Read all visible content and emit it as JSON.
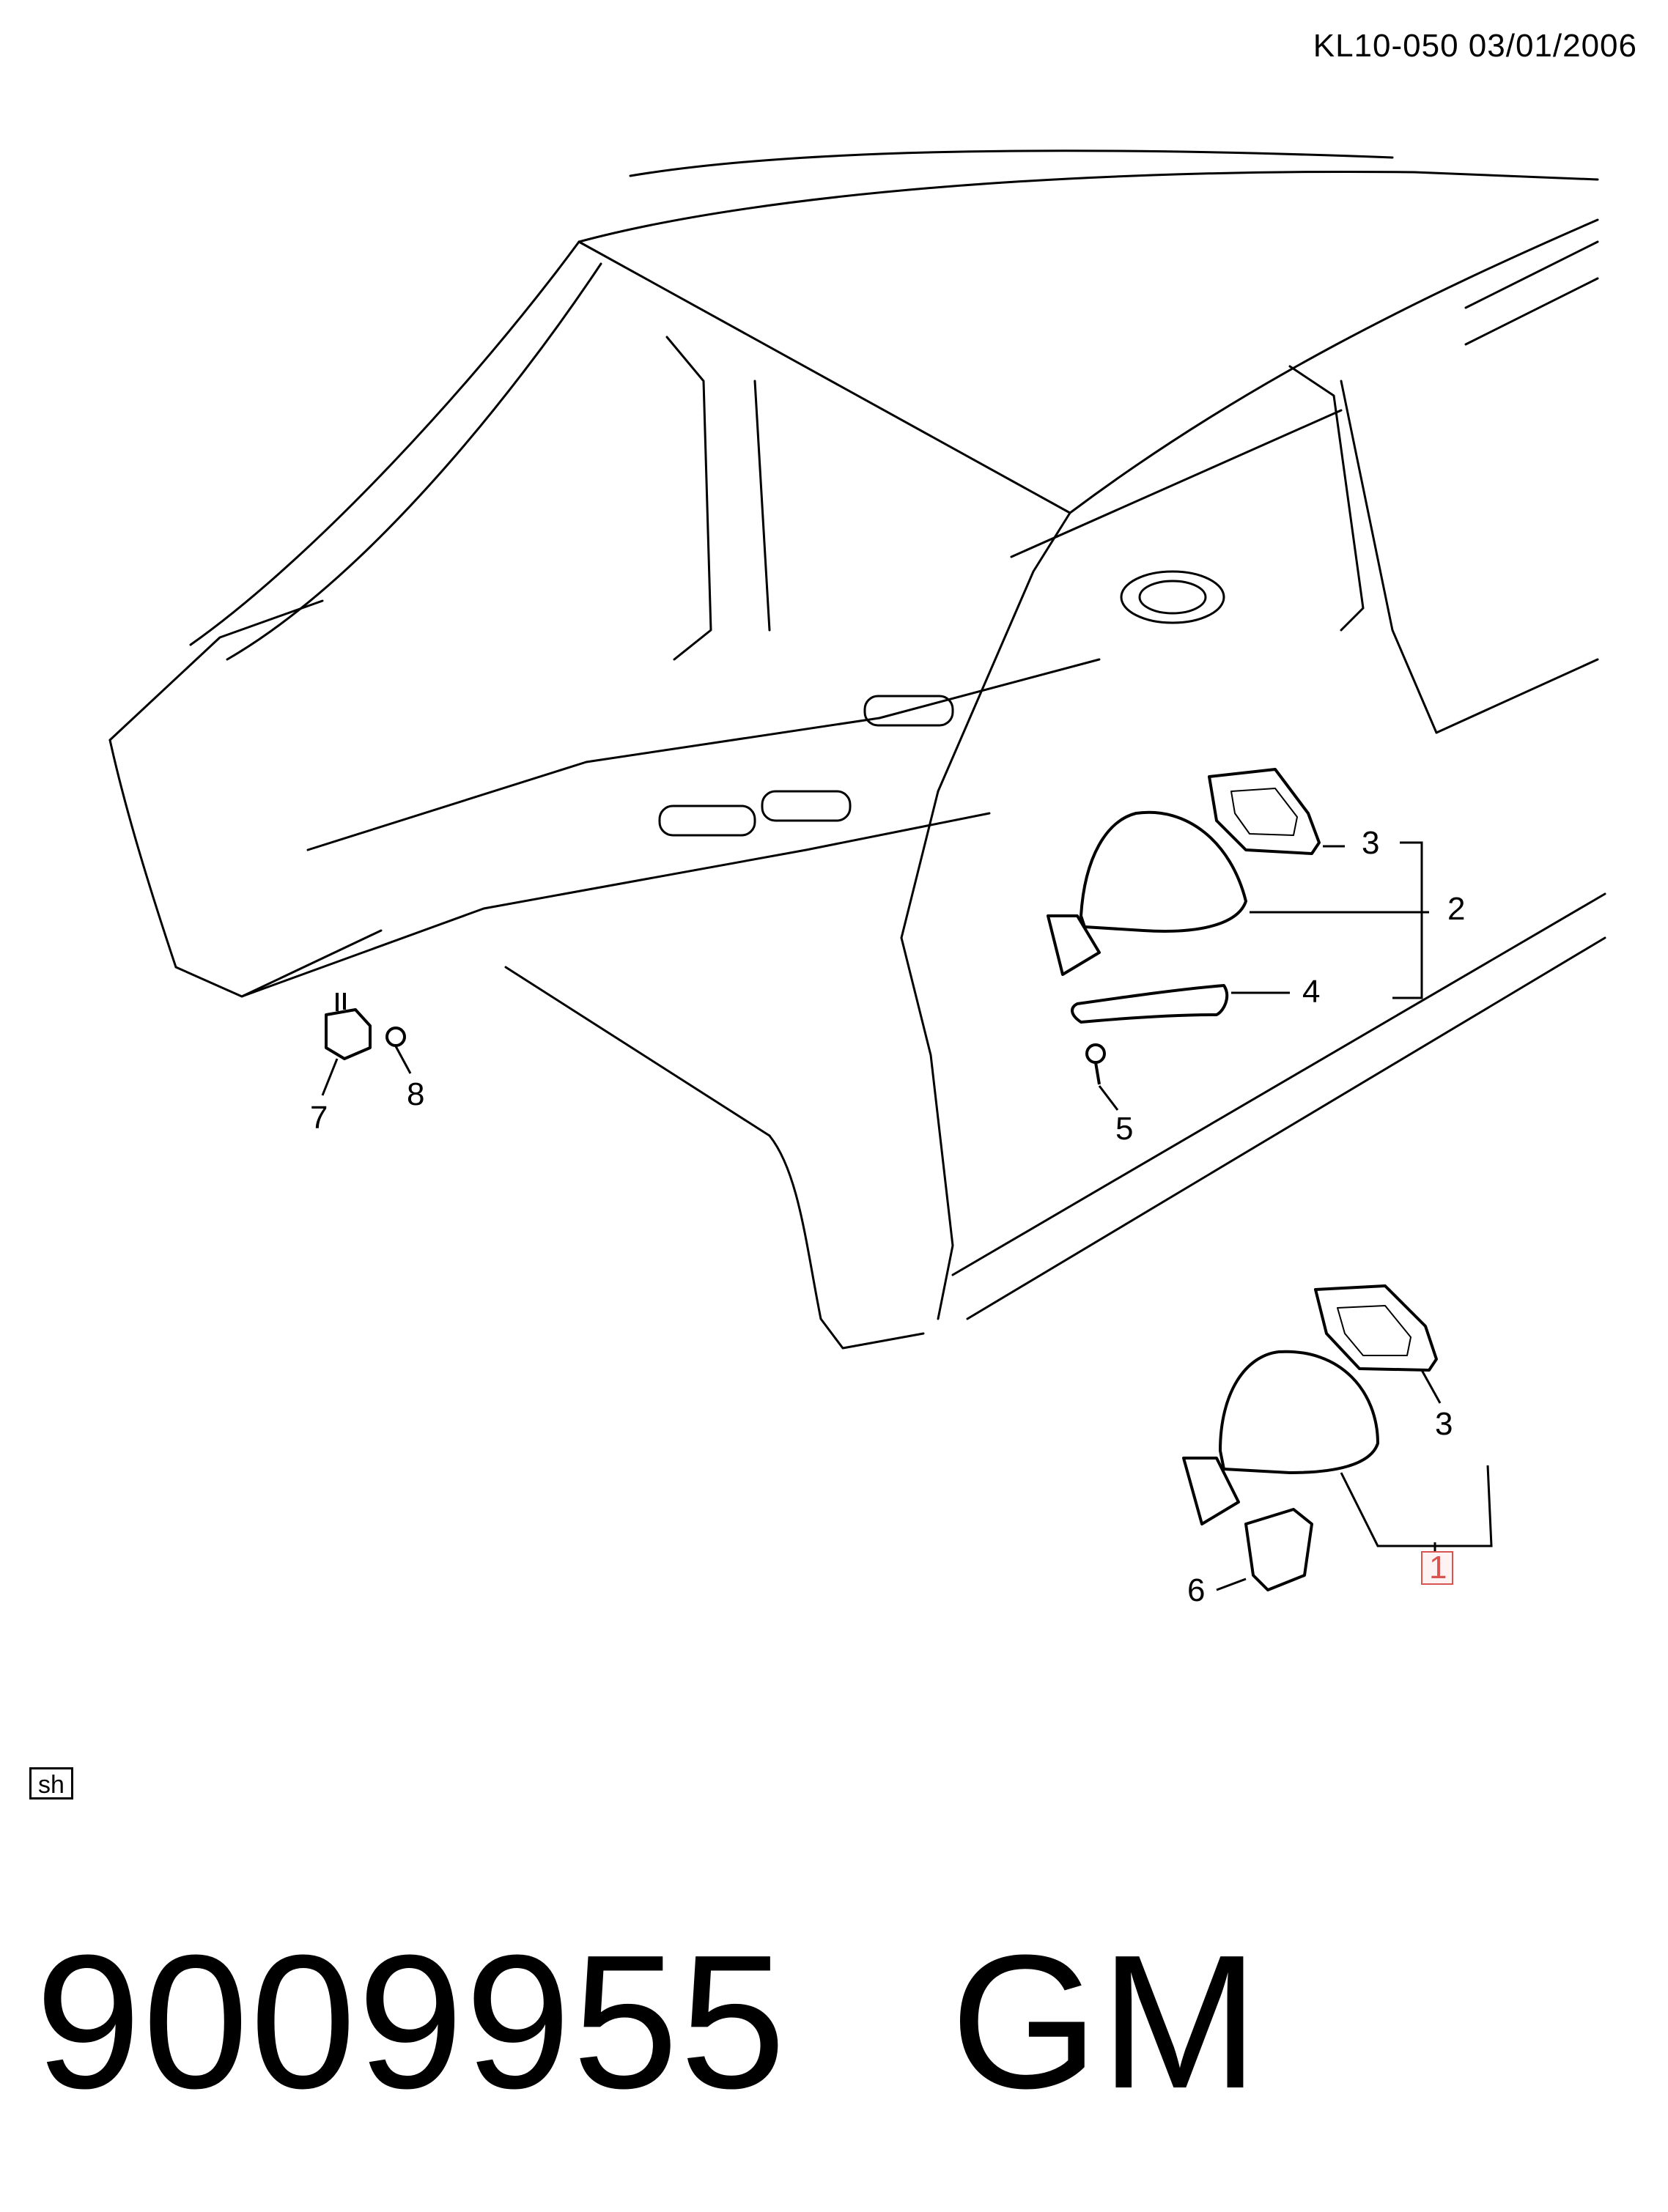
{
  "header": {
    "doc_code": "KL10-050  03/01/2006"
  },
  "diagram": {
    "callouts": [
      {
        "id": "c3a",
        "label": "3"
      },
      {
        "id": "c2",
        "label": "2"
      },
      {
        "id": "c4",
        "label": "4"
      },
      {
        "id": "c5",
        "label": "5"
      },
      {
        "id": "c7",
        "label": "7"
      },
      {
        "id": "c8",
        "label": "8"
      },
      {
        "id": "c3b",
        "label": "3"
      },
      {
        "id": "c1",
        "label": "1",
        "highlight_color": "#d9534f"
      },
      {
        "id": "c6",
        "label": "6"
      }
    ]
  },
  "footer": {
    "sh_tag": "sh",
    "part_number_text": "9009955   GM"
  }
}
